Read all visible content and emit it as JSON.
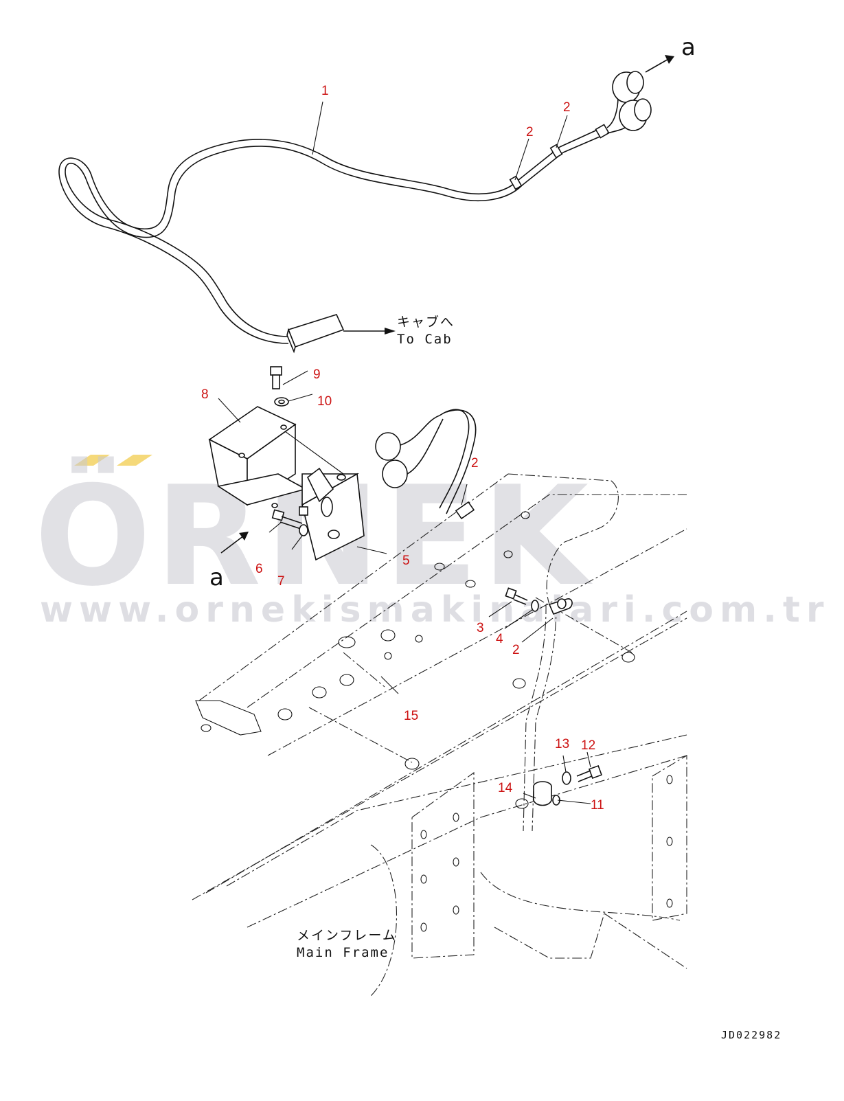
{
  "watermark": {
    "brand": "ÖRNEK",
    "url": "www.ornekismakinalari.com.tr",
    "accent_color": "#f5d97a",
    "text_color": "#c9c9d1"
  },
  "labels": {
    "to_cab_jp": "キャブへ",
    "to_cab_en": "To Cab",
    "main_frame_jp": "メインフレーム",
    "main_frame_en": "Main Frame",
    "ref_a_top": "a",
    "ref_a_left": "a",
    "drawing_code": "JD022982"
  },
  "callouts": {
    "c1": "1",
    "c2a": "2",
    "c2b": "2",
    "c2c": "2",
    "c2d": "2",
    "c3": "3",
    "c4": "4",
    "c5": "5",
    "c6": "6",
    "c7": "7",
    "c8": "8",
    "c9": "9",
    "c10": "10",
    "c11": "11",
    "c12": "12",
    "c13": "13",
    "c14": "14",
    "c15": "15"
  },
  "colors": {
    "callout": "#cc1111",
    "line": "#111111"
  }
}
